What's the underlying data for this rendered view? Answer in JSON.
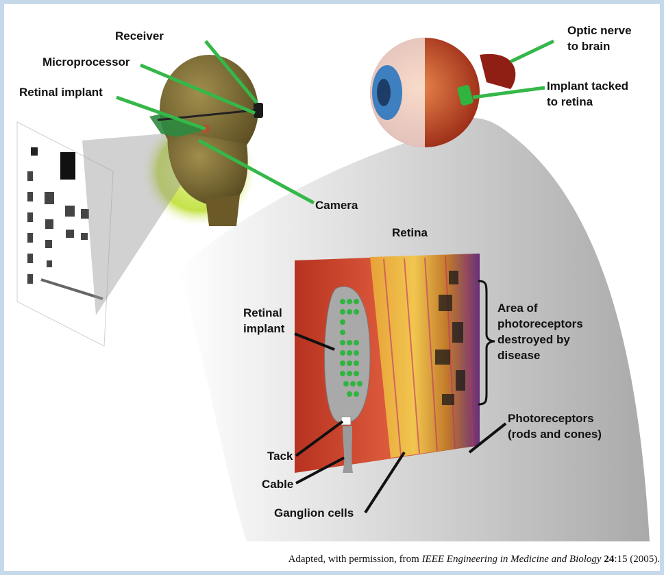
{
  "labels": {
    "receiver": "Receiver",
    "microprocessor": "Microprocessor",
    "retinal_implant_top": "Retinal implant",
    "camera": "Camera",
    "optic_nerve_1": "Optic nerve",
    "optic_nerve_2": "to brain",
    "implant_tacked_1": "Implant tacked",
    "implant_tacked_2": "to retina",
    "retina": "Retina",
    "retinal_implant_1": "Retinal",
    "retinal_implant_2": "implant",
    "area_1": "Area of",
    "area_2": "photoreceptors",
    "area_3": "destroyed by",
    "area_4": "disease",
    "photoreceptors_1": "Photoreceptors",
    "photoreceptors_2": "(rods and cones)",
    "tack": "Tack",
    "cable": "Cable",
    "ganglion": "Ganglion cells"
  },
  "caption": {
    "prefix": "Adapted, with permission, from ",
    "journal": "IEEE Engineering in Medicine and Biology",
    "volume": "24",
    "rest": ":15 (2005)."
  },
  "colors": {
    "pointer_green": "#35b749",
    "pointer_black": "#111111",
    "tissue_red": "#c9412b",
    "implant_green": "#2fb53f"
  }
}
